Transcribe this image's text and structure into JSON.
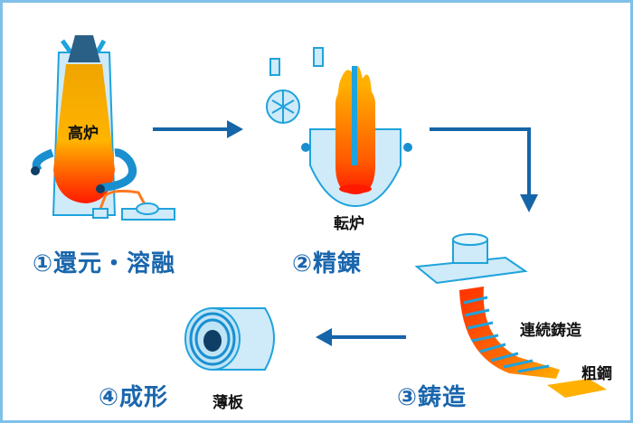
{
  "steps": {
    "step1": "①還元・溶融",
    "step2": "②精錬",
    "step3": "③鋳造",
    "step4": "④成形"
  },
  "labels": {
    "blast_furnace": "高炉",
    "converter": "転炉",
    "continuous_casting": "連続鋳造",
    "crude_steel": "粗鋼",
    "thin_sheet": "薄板"
  },
  "colors": {
    "border": "#7fc0e8",
    "step_text": "#1a66ad",
    "arrow": "#1565a8",
    "equipment_fill": "#cfeaf8",
    "equipment_stroke": "#1ea3dc",
    "molten_hot": "#ff3a00",
    "molten_warm": "#ffb000"
  }
}
